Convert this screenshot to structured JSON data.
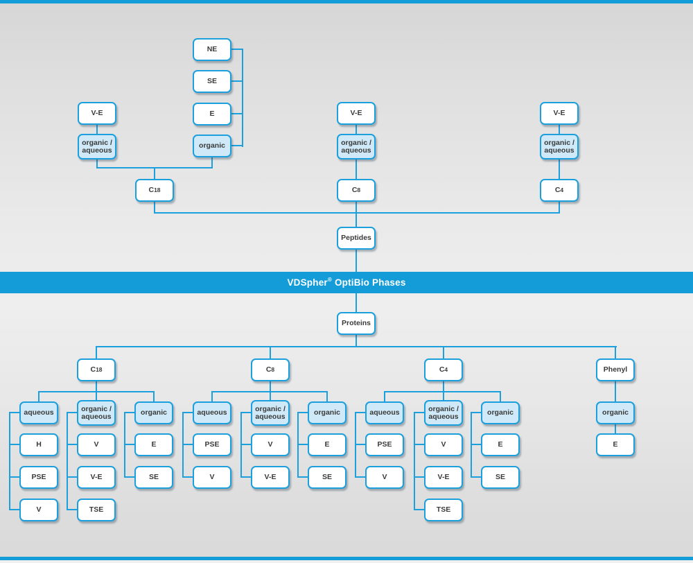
{
  "banner": {
    "brand": "VDSpher",
    "reg": "®",
    "rest": "OptiBio Phases"
  },
  "peptides": {
    "root": "Peptides",
    "eluents": {
      "ne": "NE",
      "se": "SE",
      "e": "E",
      "organic": "organic"
    },
    "c18": {
      "prefix": "C",
      "num": "18",
      "ve": "V-E",
      "orgaq1": "organic /",
      "orgaq2": "aqueous"
    },
    "c8": {
      "prefix": "C",
      "num": "8",
      "ve": "V-E",
      "orgaq1": "organic /",
      "orgaq2": "aqueous"
    },
    "c4": {
      "prefix": "C",
      "num": "4",
      "ve": "V-E",
      "orgaq1": "organic /",
      "orgaq2": "aqueous"
    }
  },
  "proteins": {
    "root": "Proteins",
    "c18": {
      "prefix": "C",
      "num": "18",
      "aqueous": "aqueous",
      "aqueous_children": [
        "H",
        "PSE",
        "V"
      ],
      "orgaq1": "organic /",
      "orgaq2": "aqueous",
      "orgaq_children": [
        "V",
        "V-E",
        "TSE"
      ],
      "organic": "organic",
      "organic_children": [
        "E",
        "SE"
      ]
    },
    "c8": {
      "prefix": "C",
      "num": "8",
      "aqueous": "aqueous",
      "aqueous_children": [
        "PSE",
        "V"
      ],
      "orgaq1": "organic /",
      "orgaq2": "aqueous",
      "orgaq_children": [
        "V",
        "V-E"
      ],
      "organic": "organic",
      "organic_children": [
        "E",
        "SE"
      ]
    },
    "c4": {
      "prefix": "C",
      "num": "4",
      "aqueous": "aqueous",
      "aqueous_children": [
        "PSE",
        "V"
      ],
      "orgaq1": "organic /",
      "orgaq2": "aqueous",
      "orgaq_children": [
        "V",
        "V-E",
        "TSE"
      ],
      "organic": "organic",
      "organic_children": [
        "E",
        "SE"
      ]
    },
    "phenyl": {
      "label": "Phenyl",
      "organic": "organic",
      "organic_children": [
        "E"
      ]
    }
  },
  "colors": {
    "accent": "#149cd8",
    "line": "#1b9fdd",
    "highlight": "#cfe9f8",
    "text": "#3a3a39",
    "banner_text": "#ffffff"
  }
}
